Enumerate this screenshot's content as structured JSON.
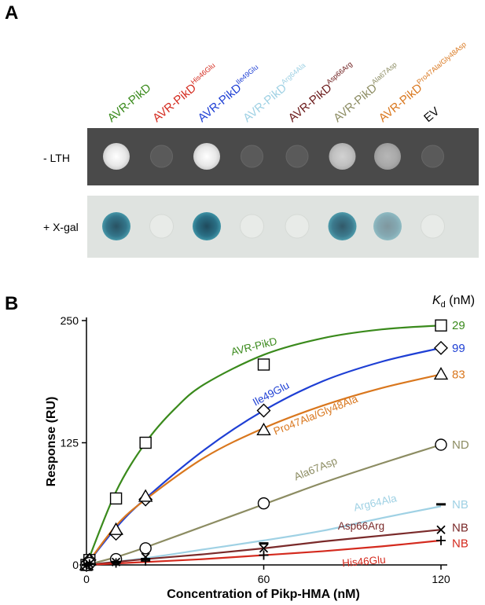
{
  "panel_a": {
    "label": "A",
    "row_labels": [
      "- LTH",
      "+ X-gal"
    ],
    "strains": [
      {
        "base": "AVR-PikD",
        "sup": "",
        "color": "#3a8a1c",
        "lth": 1.0,
        "xgal": 0.85
      },
      {
        "base": "AVR-PikD",
        "sup": "His46Glu",
        "color": "#d42a1e",
        "lth": 0.12,
        "xgal": 0.0
      },
      {
        "base": "AVR-PikD",
        "sup": "Ile49Glu",
        "color": "#1e3fd4",
        "lth": 0.9,
        "xgal": 0.95
      },
      {
        "base": "AVR-PikD",
        "sup": "Arg64Ala",
        "color": "#9fd1e4",
        "lth": 0.12,
        "xgal": 0.0
      },
      {
        "base": "AVR-PikD",
        "sup": "Asp66Arg",
        "color": "#6b1a1a",
        "lth": 0.12,
        "xgal": 0.0
      },
      {
        "base": "AVR-PikD",
        "sup": "Ala67Asp",
        "color": "#8c8c62",
        "lth": 0.65,
        "xgal": 0.8
      },
      {
        "base": "AVR-PikD",
        "sup": "Pro47Ala/Gly48Asp",
        "color": "#d9771e",
        "lth": 0.5,
        "xgal": 0.4
      },
      {
        "base": "EV",
        "sup": "",
        "color": "#000000",
        "lth": 0.05,
        "xgal": 0.0
      }
    ]
  },
  "panel_b": {
    "label": "B",
    "kd_title_k": "K",
    "kd_title_sub": "d",
    "kd_title_unit": " (nM)"
  },
  "chart_data": {
    "type": "line",
    "xlabel": "Concentration of Pikp-HMA (nM)",
    "ylabel": "Response (RU)",
    "xlim": [
      0,
      120
    ],
    "ylim": [
      0,
      250
    ],
    "xticks": [
      0,
      60,
      120
    ],
    "yticks": [
      0,
      125,
      250
    ],
    "series": [
      {
        "name": "AVR-PikD",
        "kd": "29",
        "color": "#3a8a1c",
        "marker": "square",
        "x": [
          0,
          1,
          10,
          20,
          60,
          120
        ],
        "y": [
          0,
          5,
          68,
          125,
          205,
          245
        ],
        "fit": [
          [
            0,
            0
          ],
          [
            10,
            75
          ],
          [
            20,
            125
          ],
          [
            30,
            160
          ],
          [
            40,
            185
          ],
          [
            60,
            215
          ],
          [
            80,
            232
          ],
          [
            100,
            241
          ],
          [
            120,
            245
          ]
        ]
      },
      {
        "name": "Ile49Glu",
        "kd": "99",
        "color": "#1e3fd4",
        "marker": "diamond",
        "x": [
          0,
          1,
          10,
          20,
          60,
          120
        ],
        "y": [
          0,
          5,
          32,
          67,
          158,
          222
        ],
        "fit": [
          [
            0,
            0
          ],
          [
            10,
            38
          ],
          [
            20,
            68
          ],
          [
            40,
            118
          ],
          [
            60,
            158
          ],
          [
            80,
            188
          ],
          [
            100,
            208
          ],
          [
            120,
            222
          ]
        ]
      },
      {
        "name": "Pro47Ala/Gly48Ala",
        "kd": "83",
        "color": "#d9771e",
        "marker": "triangle",
        "x": [
          0,
          1,
          10,
          20,
          60,
          120
        ],
        "y": [
          0,
          5,
          36,
          70,
          138,
          195
        ],
        "fit": [
          [
            0,
            0
          ],
          [
            10,
            40
          ],
          [
            20,
            67
          ],
          [
            40,
            110
          ],
          [
            60,
            140
          ],
          [
            80,
            163
          ],
          [
            100,
            181
          ],
          [
            120,
            195
          ]
        ]
      },
      {
        "name": "Ala67Asp",
        "kd": "ND",
        "color": "#8c8c62",
        "marker": "circle",
        "x": [
          0,
          1,
          10,
          20,
          60,
          120
        ],
        "y": [
          0,
          2,
          6,
          17,
          63,
          123
        ],
        "fit": [
          [
            0,
            0
          ],
          [
            10,
            8
          ],
          [
            20,
            18
          ],
          [
            40,
            40
          ],
          [
            60,
            62
          ],
          [
            80,
            84
          ],
          [
            100,
            104
          ],
          [
            120,
            123
          ]
        ]
      },
      {
        "name": "Arg64Ala",
        "kd": "NB",
        "color": "#9fd1e4",
        "marker": "dash",
        "x": [
          0,
          1,
          10,
          20,
          60,
          120
        ],
        "y": [
          0,
          1,
          3,
          6,
          22,
          62
        ],
        "fit": [
          [
            0,
            0
          ],
          [
            20,
            7
          ],
          [
            40,
            16
          ],
          [
            60,
            25
          ],
          [
            80,
            35
          ],
          [
            100,
            48
          ],
          [
            120,
            60
          ]
        ]
      },
      {
        "name": "Asp66Arg",
        "kd": "NB",
        "color": "#7a2a2a",
        "marker": "x",
        "x": [
          0,
          1,
          10,
          20,
          60,
          120
        ],
        "y": [
          0,
          1,
          3,
          8,
          17,
          36
        ],
        "fit": [
          [
            0,
            0
          ],
          [
            20,
            6
          ],
          [
            40,
            11
          ],
          [
            60,
            17
          ],
          [
            80,
            24
          ],
          [
            100,
            30
          ],
          [
            120,
            36
          ]
        ]
      },
      {
        "name": "His46Glu",
        "kd": "NB",
        "color": "#d42a1e",
        "marker": "plus",
        "x": [
          0,
          1,
          10,
          20,
          60,
          120
        ],
        "y": [
          0,
          1,
          2,
          4,
          10,
          25
        ],
        "fit": [
          [
            0,
            0
          ],
          [
            20,
            3
          ],
          [
            40,
            6
          ],
          [
            60,
            10
          ],
          [
            80,
            14
          ],
          [
            100,
            19
          ],
          [
            120,
            25
          ]
        ]
      }
    ]
  }
}
